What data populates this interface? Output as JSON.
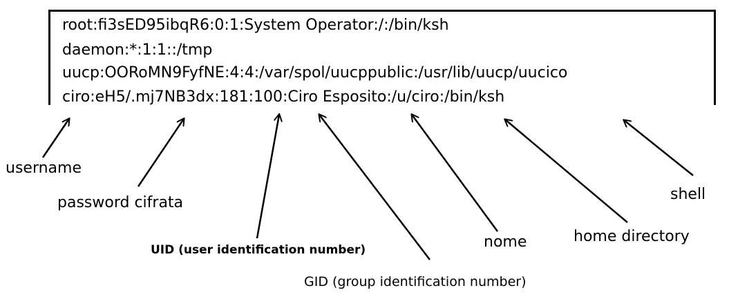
{
  "passwd_lines": [
    "root:fi3sED95ibqR6:0:1:System Operator:/:/bin/ksh",
    "daemon:*:1:1::/tmp",
    "uucp:OORoMN9FyfNE:4:4:/var/spol/uucppublic:/usr/lib/uucp/uucico",
    "ciro:eH5/.mj7NB3dx:181:100:Ciro Esposito:/u/ciro:/bin/ksh"
  ],
  "labels": {
    "username": "username",
    "password": "password cifrata",
    "uid": "UID (user identification number)",
    "gid": "GID (group identification number)",
    "nome": "nome",
    "home": "home directory",
    "shell": "shell"
  }
}
